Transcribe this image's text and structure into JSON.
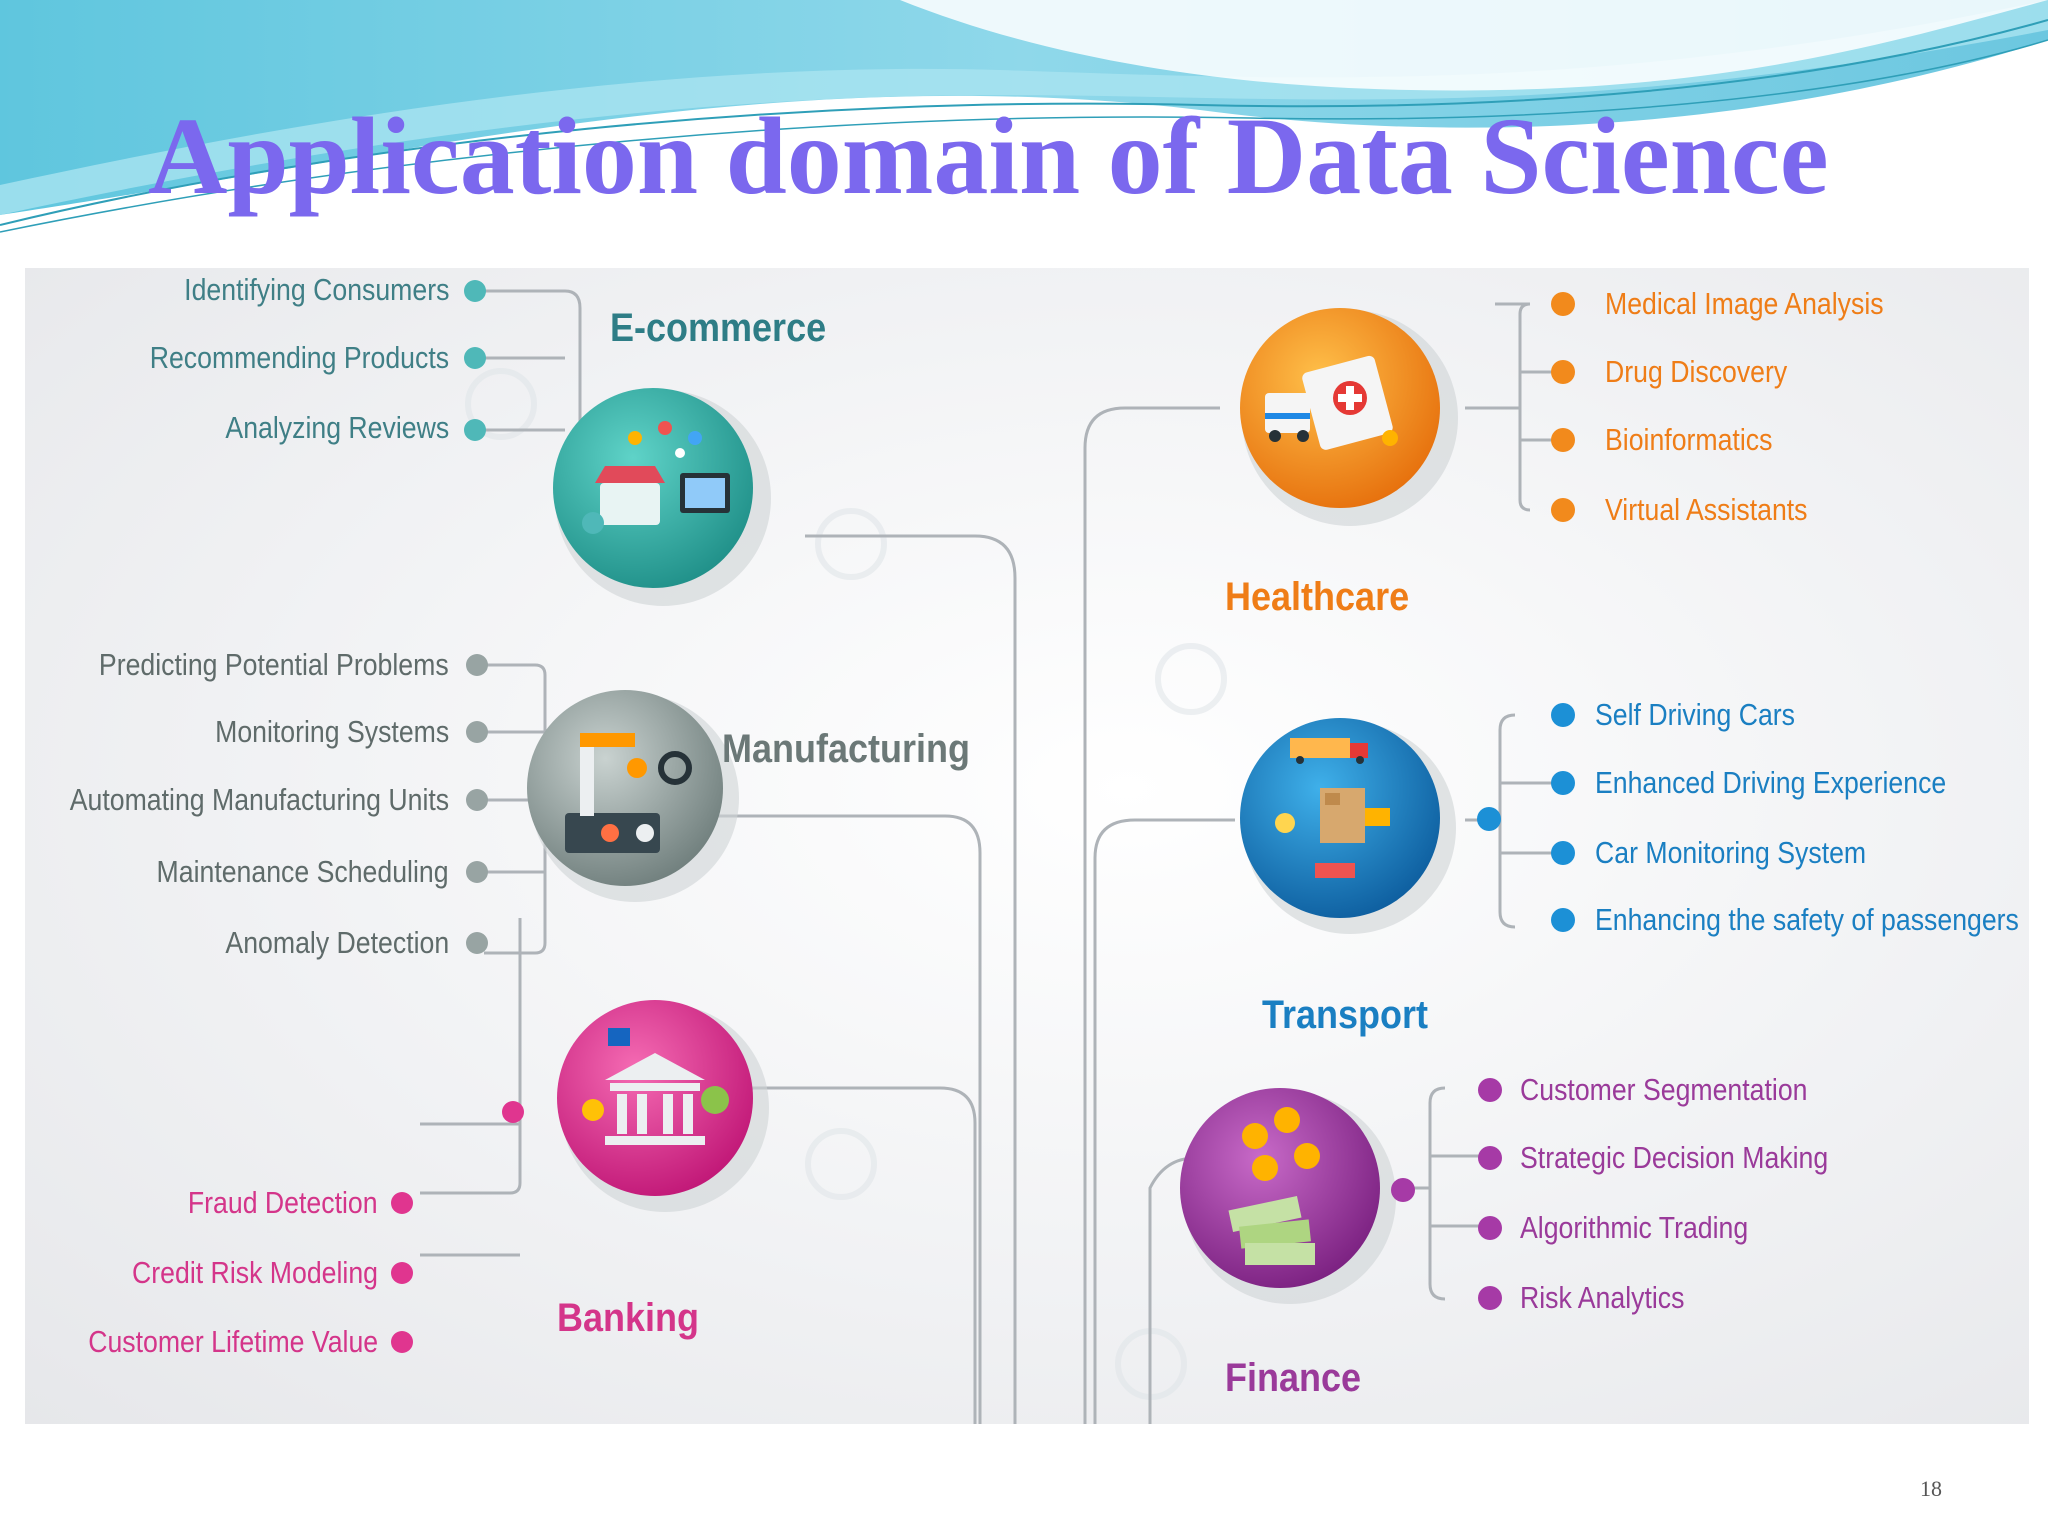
{
  "title": "Application domain of Data Science",
  "page_number": "18",
  "colors": {
    "title": "#7b68ee",
    "ecommerce": "#3fb8b0",
    "manufacturing": "#8a9a98",
    "banking": "#e0358f",
    "healthcare": "#f28a1c",
    "transport": "#1c90d6",
    "finance": "#a63aa6"
  },
  "domains": {
    "ecommerce": {
      "label": "E-commerce",
      "icon": "shopping-icon",
      "items": [
        "Identifying Consumers",
        "Recommending Products",
        "Analyzing Reviews"
      ]
    },
    "manufacturing": {
      "label": "Manufacturing",
      "icon": "robot-arm-icon",
      "items": [
        "Predicting Potential Problems",
        "Monitoring Systems",
        "Automating Manufacturing Units",
        "Maintenance Scheduling",
        "Anomaly Detection"
      ]
    },
    "banking": {
      "label": "Banking",
      "icon": "bank-icon",
      "items": [
        "Fraud Detection",
        "Credit Risk Modeling",
        "Customer Lifetime Value"
      ]
    },
    "healthcare": {
      "label": "Healthcare",
      "icon": "first-aid-icon",
      "items": [
        "Medical Image Analysis",
        "Drug Discovery",
        "Bioinformatics",
        "Virtual Assistants"
      ]
    },
    "transport": {
      "label": "Transport",
      "icon": "truck-icon",
      "items": [
        "Self Driving Cars",
        "Enhanced Driving Experience",
        "Car Monitoring System",
        "Enhancing the safety of passengers"
      ]
    },
    "finance": {
      "label": "Finance",
      "icon": "money-icon",
      "items": [
        "Customer Segmentation",
        "Strategic Decision Making",
        "Algorithmic Trading",
        "Risk Analytics"
      ]
    }
  }
}
